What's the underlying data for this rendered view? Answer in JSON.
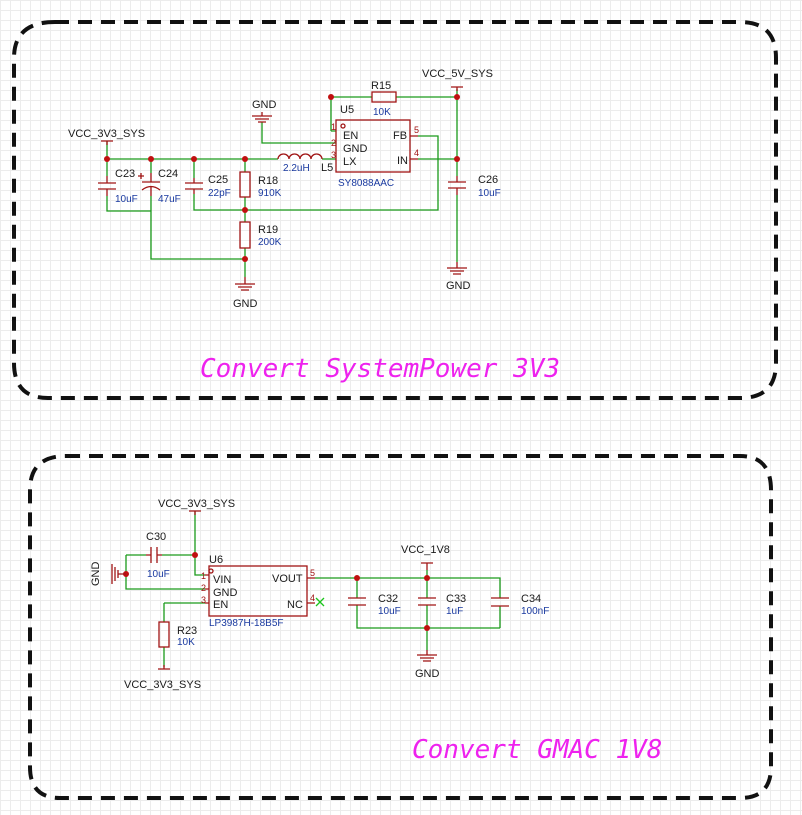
{
  "section1": {
    "title": "Convert SystemPower 3V3",
    "nets": {
      "vin": "VCC_5V_SYS",
      "vout": "VCC_3V3_SYS",
      "gnd": "GND"
    },
    "u5": {
      "ref": "U5",
      "part": "SY8088AAC",
      "pins": [
        "EN",
        "GND",
        "LX",
        "FB",
        "IN"
      ],
      "pin_nums": [
        "1",
        "2",
        "3",
        "5",
        "4"
      ]
    },
    "r15": {
      "ref": "R15",
      "value": "10K"
    },
    "l5": {
      "ref": "L5",
      "value": "2.2uH"
    },
    "c23": {
      "ref": "C23",
      "value": "10uF"
    },
    "c24": {
      "ref": "C24",
      "value": "47uF"
    },
    "c25": {
      "ref": "C25",
      "value": "22pF"
    },
    "r18": {
      "ref": "R18",
      "value": "910K"
    },
    "r19": {
      "ref": "R19",
      "value": "200K"
    },
    "c26": {
      "ref": "C26",
      "value": "10uF"
    }
  },
  "section2": {
    "title": "Convert GMAC 1V8",
    "nets": {
      "vin": "VCC_3V3_SYS",
      "vout": "VCC_1V8",
      "gnd": "GND"
    },
    "u6": {
      "ref": "U6",
      "part": "LP3987H-18B5F",
      "pins": [
        "VIN",
        "GND",
        "EN",
        "VOUT",
        "NC"
      ],
      "pin_nums": [
        "1",
        "2",
        "3",
        "5",
        "4"
      ]
    },
    "c30": {
      "ref": "C30",
      "value": "10uF"
    },
    "r23": {
      "ref": "R23",
      "value": "10K"
    },
    "c32": {
      "ref": "C32",
      "value": "10uF"
    },
    "c33": {
      "ref": "C33",
      "value": "1uF"
    },
    "c34": {
      "ref": "C34",
      "value": "100nF"
    }
  }
}
